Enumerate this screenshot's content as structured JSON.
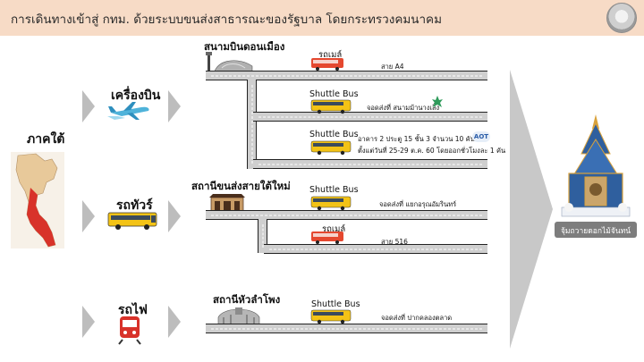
{
  "header": {
    "title": "การเดินทางเข้าสู่ กทม. ด้วยระบบขนส่งสาธารณะของรัฐบาล โดยกระทรวงคมนาคม"
  },
  "region": {
    "label": "ภาคใต้"
  },
  "modes": [
    {
      "label": "เครื่องบิน",
      "icon": "airplane-icon"
    },
    {
      "label": "รถทัวร์",
      "icon": "bus-icon"
    },
    {
      "label": "รถไฟ",
      "icon": "train-icon"
    }
  ],
  "stations": {
    "airport": "สนามบินดอนเมือง",
    "bus_terminal": "สถานีขนส่งสายใต้ใหม่",
    "rail_station": "สถานีหัวลำโพง"
  },
  "routes": {
    "air1": {
      "vehicle": "รถเมล์",
      "text": "สาย A4"
    },
    "air2": {
      "vehicle": "Shuttle Bus",
      "text": "จอดส่งที่ สนามม้านางเลิ้ง"
    },
    "air3": {
      "vehicle": "Shuttle Bus",
      "text_line1": "อาคาร 2 ประตู 15 ชั้น 3 จำนวน 10 คัน",
      "text_line2": "ตั้งแต่วันที่ 25-29 ต.ค. 60 โดยออกชั่วโมงละ 1 คัน",
      "badge": "AOT"
    },
    "bus1": {
      "vehicle": "Shuttle Bus",
      "text": "จอดส่งที่ แยกอรุณอัมรินทร์"
    },
    "bus2": {
      "vehicle": "รถเมล์",
      "text": "สาย 516"
    },
    "rail1": {
      "vehicle": "Shuttle Bus",
      "text": "จอดส่งที่ ปากคลองตลาด"
    }
  },
  "destination": {
    "label": "จุ้มถวายดอกไม้จันทน์"
  },
  "colors": {
    "header_bg": "#f7dbc6",
    "road": "#cfcfcf",
    "bus_yellow": "#f3c316",
    "bus_red": "#e5482f",
    "arrow_gray": "#c8c8c8"
  }
}
